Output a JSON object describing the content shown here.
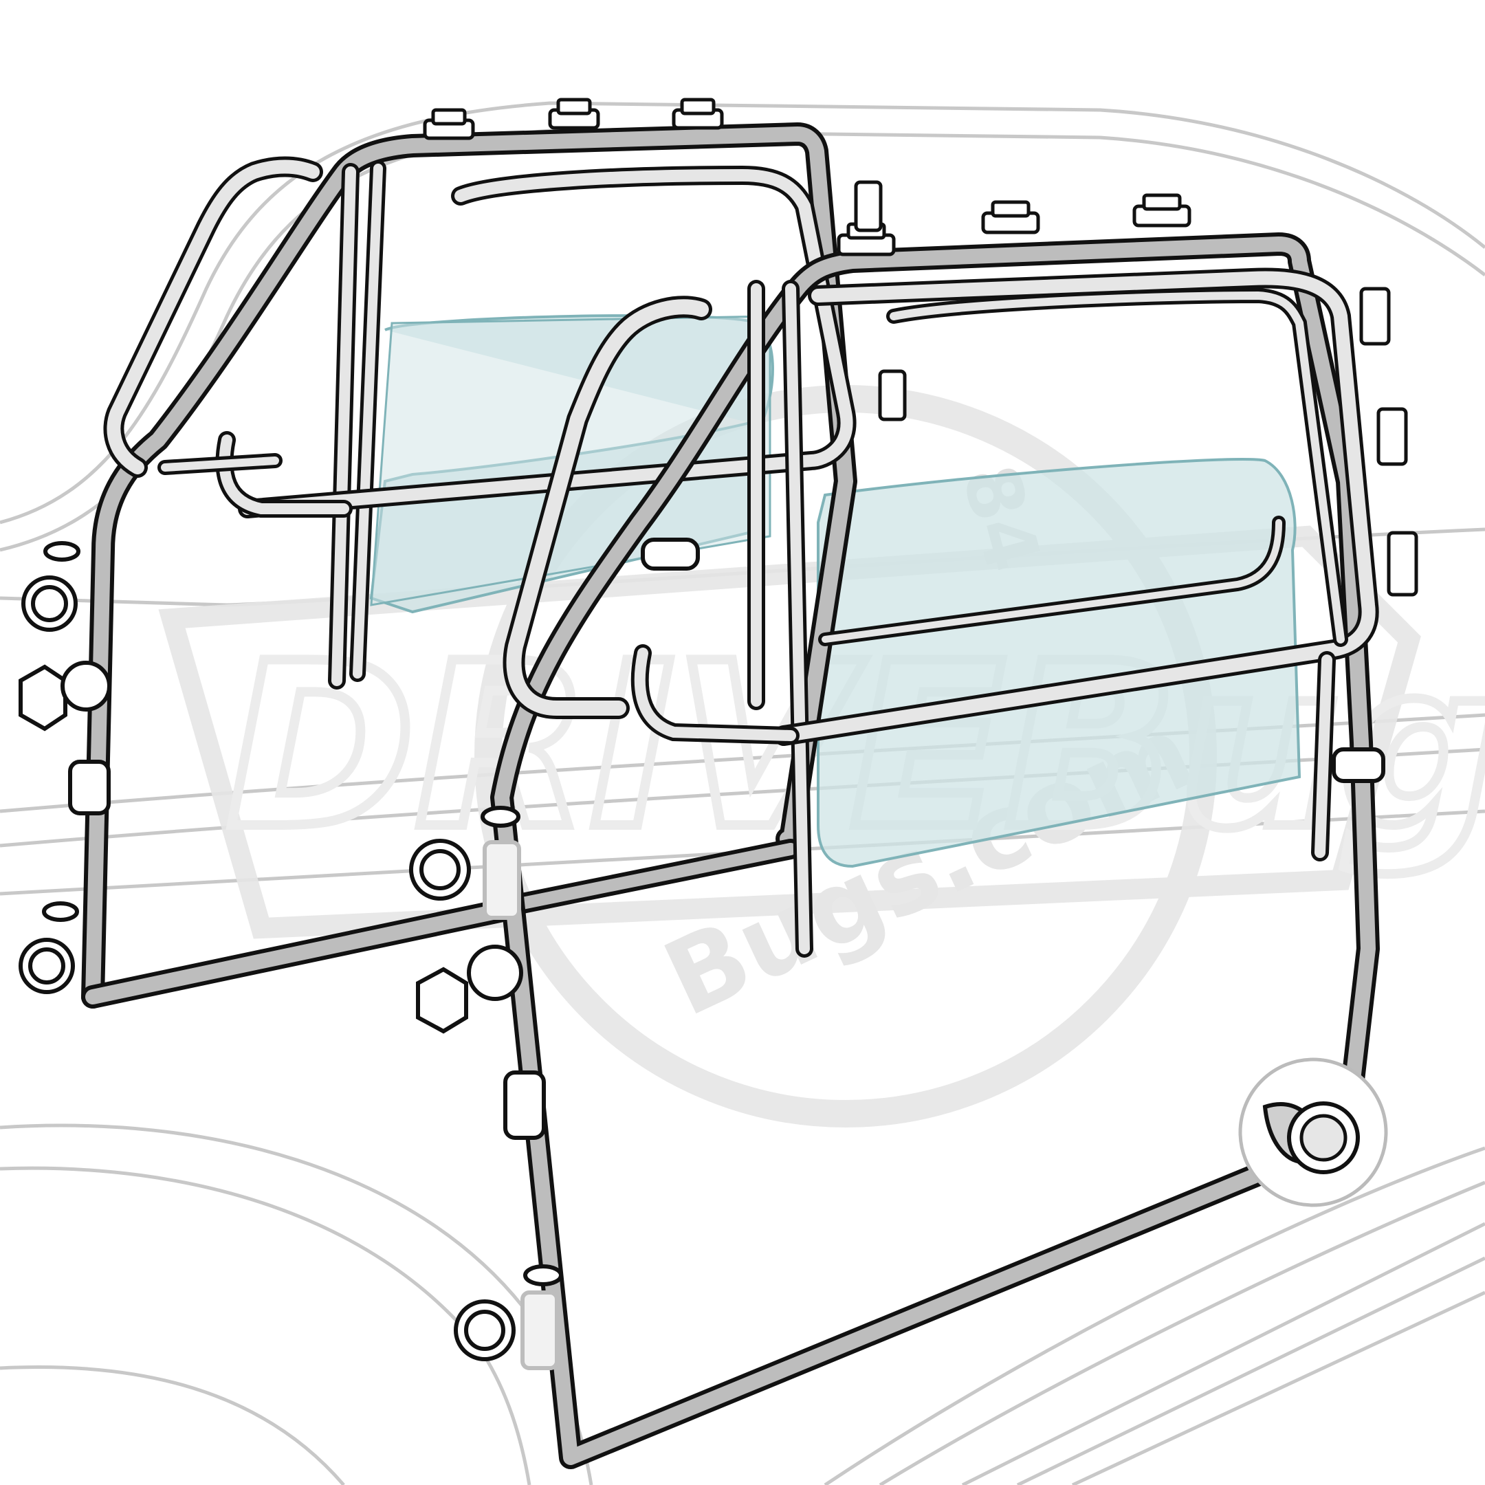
{
  "image": {
    "description_kind": "exploded parts illustration",
    "watermark": {
      "brand_letters": "DRIVEBugs",
      "domain_text": "Bugs.com",
      "year_digits": "84"
    }
  },
  "colors": {
    "outline": "#111111",
    "seal_fill": "#bdbdbd",
    "seal_fill_light": "#e6e6e6",
    "glass": "#cfe4e6",
    "glass_edge": "#7fb3b8",
    "body_lines": "#c8c8c8",
    "watermark": "#e6e6e6",
    "background": "#ffffff"
  },
  "parts": {
    "rear_door_frame_seal": "door-frame-seal",
    "front_door_frame_seal": "door-frame-seal",
    "window_channels": "window-channel",
    "quarter_vent_seals": "vent-window-seal",
    "glass_panes": "door-glass",
    "clips": "trim-clip",
    "grommets": "rubber-grommet",
    "stop_buffers": "door-stop-buffer",
    "hinge_covers": "hinge-pin-cover",
    "detail_inset": "grommet-detail"
  }
}
